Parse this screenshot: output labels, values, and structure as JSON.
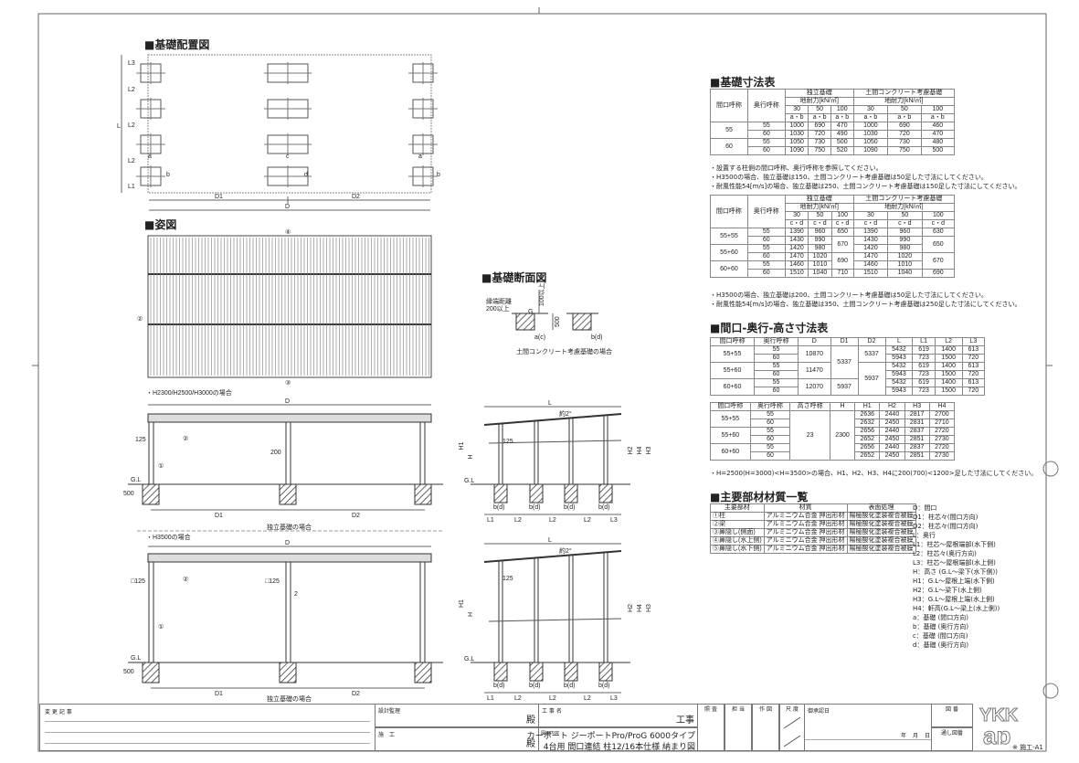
{
  "sections": {
    "layout": "■基礎配置図",
    "elevation": "■姿図",
    "section": "■基礎断面図",
    "found_table": "■基礎寸法表",
    "dim_table": "■間口-奥行-高さ寸法表",
    "material": "■主要部材材質一覧"
  },
  "drawing": {
    "plan": {
      "D": "D",
      "D1": "D1",
      "D2": "D2",
      "L": "L",
      "L1": "L1",
      "L2": "L2",
      "L3": "L3",
      "a": "a",
      "b": "b",
      "c": "c",
      "d": "d"
    },
    "roof": {
      "m4": "④",
      "m3": "③",
      "m2": "②"
    },
    "front1": {
      "caption": "・H2300/H2500/H3000の場合",
      "D": "D",
      "m2": "②",
      "m1": "①",
      "d125": "125",
      "d200": "200",
      "gl": "G.L",
      "d500": "500",
      "D1": "D1",
      "D2": "D2",
      "footer": "独立基礎の場合"
    },
    "front2": {
      "caption": "・H3500の場合",
      "D": "D",
      "m2": "②",
      "m1": "①",
      "sq1": "□125",
      "sq2": "□125",
      "two": "2",
      "gl": "G.L",
      "d500": "500",
      "D1": "D1",
      "D2": "D2",
      "footer": "独立基礎の場合"
    },
    "side": {
      "L": "L",
      "slope": "約2°",
      "H": "H",
      "H1": "H1",
      "H2": "H2",
      "H3": "H3",
      "H4": "H4",
      "d125": "125",
      "gl": "G.L",
      "bd": "b(d)",
      "L1": "L1",
      "L2": "L2",
      "L3": "L3"
    },
    "fsec": {
      "edge": "縁端距離",
      "edge2": "200以上",
      "gl": "G",
      "depth": "100以上",
      "d500": "500",
      "ac": "a(c)",
      "bd": "b(d)",
      "caption": "土間コンクリート考慮基礎の場合"
    }
  },
  "tables": {
    "t1": {
      "rows": [
        [
          {
            "v": "間口呼称",
            "rs": 4
          },
          {
            "v": "奥行呼称",
            "rs": 4
          },
          {
            "v": "独立基礎",
            "cs": 3
          },
          {
            "v": "土間コンクリート考慮基礎",
            "cs": 3
          }
        ],
        [
          {
            "v": "地耐力[kN/㎡]",
            "cs": 3
          },
          {
            "v": "地耐力[kN/㎡]",
            "cs": 3
          }
        ],
        [
          "30",
          "50",
          "100",
          "30",
          "50",
          "100"
        ],
        [
          "a・b",
          "a・b",
          "a・b",
          "a・b",
          "a・b",
          "a・b"
        ],
        [
          {
            "v": "55",
            "rs": 2
          },
          "55",
          "1000",
          "690",
          "470",
          "1000",
          "690",
          "460"
        ],
        [
          "60",
          "1030",
          "720",
          "490",
          "1030",
          "720",
          "470"
        ],
        [
          {
            "v": "60",
            "rs": 2
          },
          "55",
          "1050",
          "730",
          "500",
          "1050",
          "730",
          "480"
        ],
        [
          "60",
          "1090",
          "750",
          "520",
          "1090",
          "750",
          "500"
        ]
      ]
    },
    "t1_notes": [
      "・設置する柱側の間口呼称、奥行呼称を参照してください。",
      "・H3500の場合、独立基礎は150、土間コンクリート考慮基礎は50足した寸法にしてください。",
      "・耐風性能54[m/s]の場合、独立基礎は250、土間コンクリート考慮基礎は150足した寸法にしてください。"
    ],
    "t2": {
      "rows": [
        [
          {
            "v": "間口呼称",
            "rs": 4
          },
          {
            "v": "奥行呼称",
            "rs": 4
          },
          {
            "v": "独立基礎",
            "cs": 3
          },
          {
            "v": "土間コンクリート考慮基礎",
            "cs": 3
          }
        ],
        [
          {
            "v": "地耐力[kN/㎡]",
            "cs": 3
          },
          {
            "v": "地耐力[kN/㎡]",
            "cs": 3
          }
        ],
        [
          "30",
          "50",
          "100",
          "30",
          "50",
          "100"
        ],
        [
          "c・d",
          "c・d",
          "c・d",
          "c・d",
          "c・d",
          "c・d"
        ],
        [
          {
            "v": "55+55",
            "rs": 2
          },
          "55",
          "1390",
          "960",
          "650",
          "1390",
          "960",
          "630"
        ],
        [
          "60",
          "1430",
          "990",
          {
            "v": "670",
            "rs": 2
          },
          "1430",
          "990",
          {
            "v": "650",
            "rs": 2
          }
        ],
        [
          {
            "v": "55+60",
            "rs": 2
          },
          "55",
          "1420",
          "980",
          "1420",
          "980"
        ],
        [
          "60",
          "1470",
          "1020",
          {
            "v": "690",
            "rs": 2
          },
          "1470",
          "1020",
          {
            "v": "670",
            "rs": 2
          }
        ],
        [
          {
            "v": "60+60",
            "rs": 2
          },
          "55",
          "1460",
          "1010",
          "1460",
          "1010"
        ],
        [
          "60",
          "1510",
          "1040",
          "710",
          "1510",
          "1040",
          "690"
        ]
      ]
    },
    "t2_notes": [
      "・H3500の場合、独立基礎は200、土間コンクリート考慮基礎は50足した寸法にしてください。",
      "・耐風性能54[m/s]の場合、独立基礎は350、土間コンクリート考慮基礎は250足した寸法にしてください。"
    ],
    "t3": {
      "rows": [
        [
          "間口呼称",
          "奥行呼称",
          "D",
          "D1",
          "D2",
          "L",
          "L1",
          "L2",
          "L3"
        ],
        [
          {
            "v": "55+55",
            "rs": 2
          },
          "55",
          {
            "v": "10870",
            "rs": 2
          },
          {
            "v": "5337",
            "rs": 4
          },
          {
            "v": "5337",
            "rs": 2
          },
          "5432",
          "619",
          "1400",
          "613"
        ],
        [
          "60",
          "5943",
          "723",
          "1500",
          "720"
        ],
        [
          {
            "v": "55+60",
            "rs": 2
          },
          "55",
          {
            "v": "11470",
            "rs": 2
          },
          {
            "v": "5937",
            "rs": 4
          },
          "5432",
          "619",
          "1400",
          "613"
        ],
        [
          "60",
          "5943",
          "723",
          "1500",
          "720"
        ],
        [
          {
            "v": "60+60",
            "rs": 2
          },
          "55",
          {
            "v": "12070",
            "rs": 2
          },
          {
            "v": "5937",
            "rs": 2
          },
          "5432",
          "619",
          "1400",
          "613"
        ],
        [
          "60",
          "5943",
          "723",
          "1500",
          "720"
        ]
      ]
    },
    "t4": {
      "rows": [
        [
          "間口呼称",
          "奥行呼称",
          "高さ呼称",
          "H",
          "H1",
          "H2",
          "H3",
          "H4"
        ],
        [
          {
            "v": "55+55",
            "rs": 2
          },
          "55",
          {
            "v": "23",
            "rs": 6
          },
          {
            "v": "2300",
            "rs": 6
          },
          "2636",
          "2440",
          "2817",
          "2700"
        ],
        [
          "60",
          "2632",
          "2450",
          "2831",
          "2710"
        ],
        [
          {
            "v": "55+60",
            "rs": 2
          },
          "55",
          "2656",
          "2440",
          "2837",
          "2720"
        ],
        [
          "60",
          "2652",
          "2450",
          "2851",
          "2730"
        ],
        [
          {
            "v": "60+60",
            "rs": 2
          },
          "55",
          "2656",
          "2440",
          "2837",
          "2720"
        ],
        [
          "60",
          "2652",
          "2450",
          "2851",
          "2730"
        ]
      ]
    },
    "t4_note": "・H=2500(H=3000)<H=3500>の場合、H1、H2、H3、H4に200(700)<1200>足した寸法にしてください。",
    "t5": {
      "rows": [
        [
          "主要部材",
          "材質",
          "表面処理"
        ],
        [
          "①柱",
          "アルミニウム合金 押出形材",
          "陽極酸化塗装複合被膜"
        ],
        [
          "②梁",
          "アルミニウム合金 押出形材",
          "陽極酸化塗装複合被膜"
        ],
        [
          "③鼻隠し(側面)",
          "アルミニウム合金 押出形材",
          "陽極酸化塗装複合被膜"
        ],
        [
          "④鼻隠し(水上側)",
          "アルミニウム合金 押出形材",
          "陽極酸化塗装複合被膜"
        ],
        [
          "⑤鼻隠し(水下側)",
          "アルミニウム合金 押出形材",
          "陽極酸化塗装複合被膜"
        ]
      ]
    }
  },
  "legend": [
    "D：間口",
    "D1：柱芯々(間口方向)",
    "D2：柱芯々(間口方向)",
    "L：奥行",
    "L1：柱芯～屋根端部(水下側)",
    "L2：柱芯々(奥行方向)",
    "L3：柱芯～屋根端部(水上側)",
    "H：高さ (G.L～梁下(水下側))",
    "H1：G.L～屋根上端(水下側)",
    "H2：G.L～梁下(水上側)",
    "H3：G.L～屋根上端(水上側)",
    "H4：軒高(G.L～梁上(水上側))",
    "a：基礎 (間口方向)",
    "b：基礎 (奥行方向)",
    "c：基礎 (間口方向)",
    "d：基礎 (奥行方向)"
  ],
  "titleblock": {
    "changes": "変 更 記 事",
    "supervisor": "設計監理",
    "contractor": "施　工",
    "dono": "殿",
    "project_label": "工 事 名",
    "project_suffix": "工事",
    "content_label": "図面内容",
    "content1": "カーポート ジーポートPro/ProG 6000タイプ",
    "content2": "4台用 間口連結 柱12/16本仕様 納まり図",
    "check": "照 査",
    "charge": "担 当",
    "draft": "作 図",
    "scale": "尺 度",
    "approval": "御承認日",
    "year": "年",
    "month": "月",
    "day": "日",
    "drawing_no": "図 番",
    "serial_no": "通し図番",
    "logo": "YKK ap",
    "sheet": "※ 施工-A1"
  }
}
